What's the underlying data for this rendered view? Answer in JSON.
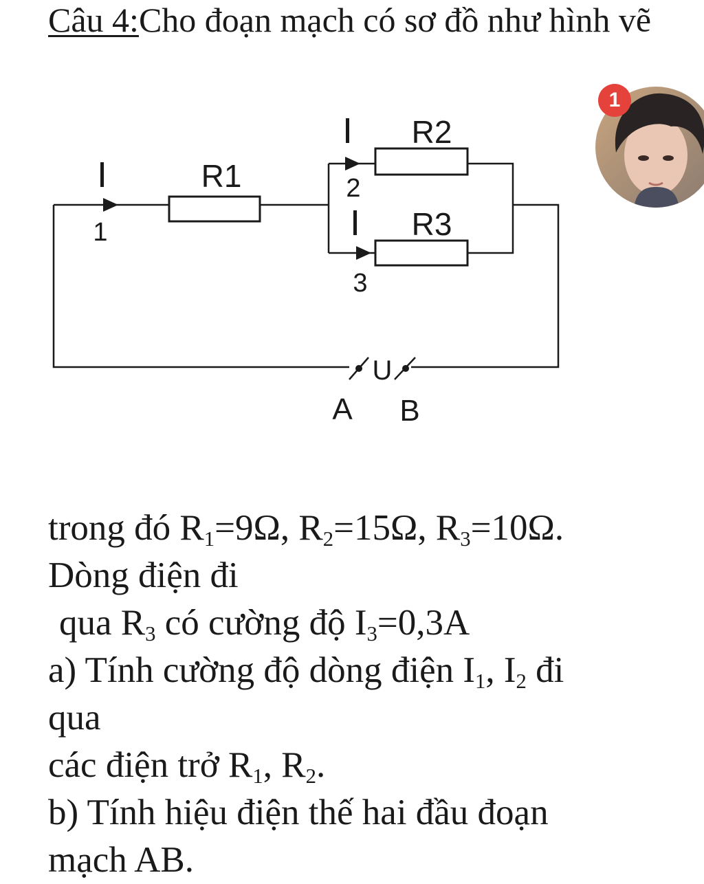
{
  "question": {
    "label": "Câu 4:",
    "prompt": "Cho đoạn mạch có sơ đồ như hình vẽ"
  },
  "circuit": {
    "resistors": [
      "R1",
      "R2",
      "R3"
    ],
    "currents": [
      "I1",
      "I2",
      "I3"
    ],
    "voltage": "U",
    "terminal_a": "A",
    "terminal_b": "B"
  },
  "notification": {
    "count": "1"
  },
  "body": {
    "line1_prefix": "trong đó ",
    "r1_value": "=9Ω, ",
    "r2_value": "=15Ω, ",
    "r3_value": "=10Ω.",
    "line2": "Dòng điện đi",
    "line3_prefix": "qua ",
    "line3_mid": " có cường độ ",
    "i3_value": "=0,3A",
    "part_a_prefix": "a) Tính cường độ dòng điện ",
    "comma": ", ",
    "part_a_suffix": " đi",
    "part_a_line2": "qua",
    "part_a_line3_prefix": "các điện trở ",
    "period": ".",
    "part_b_line1": "b) Tính hiệu điện thế hai đầu đoạn",
    "part_b_line2": "mạch AB.",
    "symbol_r": "R",
    "symbol_i": "I",
    "sub1": "1",
    "sub2": "2",
    "sub3": "3"
  }
}
